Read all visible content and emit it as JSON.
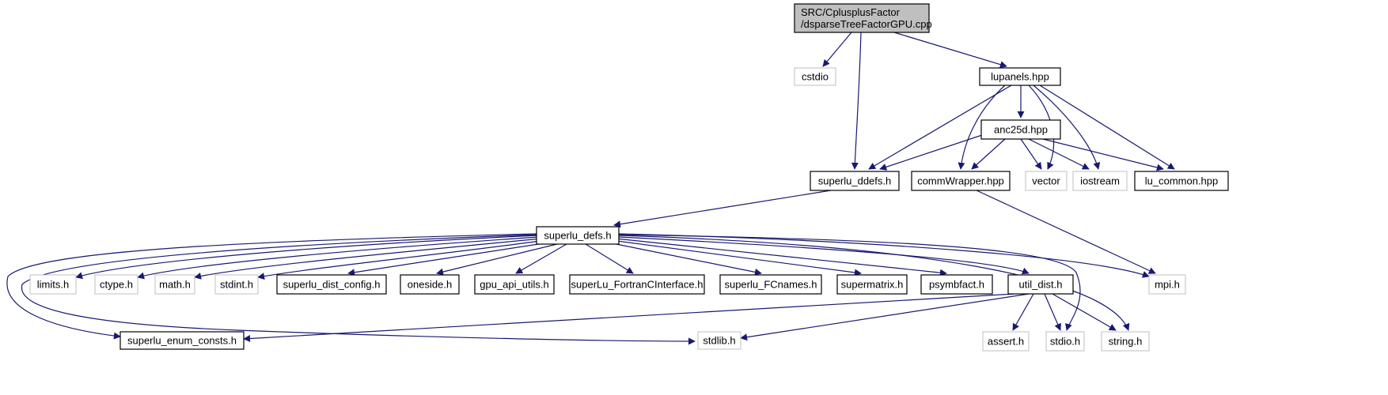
{
  "colors": {
    "edge": "#191970",
    "root_fill": "#bfbfbf",
    "documented_border": "#000000",
    "system_border": "#bfbfbf"
  },
  "nodes": {
    "root": {
      "line1": "SRC/CplusplusFactor",
      "line2": "/dsparseTreeFactorGPU.cpp"
    },
    "cstdio": "cstdio",
    "lupanels": "lupanels.hpp",
    "anc25d": "anc25d.hpp",
    "superlu_ddefs": "superlu_ddefs.h",
    "commWrapper": "commWrapper.hpp",
    "vector": "vector",
    "iostream": "iostream",
    "lu_common": "lu_common.hpp",
    "superlu_defs": "superlu_defs.h",
    "limits": "limits.h",
    "ctype": "ctype.h",
    "math": "math.h",
    "stdint": "stdint.h",
    "superlu_dist_config": "superlu_dist_config.h",
    "oneside": "oneside.h",
    "gpu_api_utils": "gpu_api_utils.h",
    "fortran_interface": "superLu_FortranCInterface.h",
    "fcnames": "superlu_FCnames.h",
    "supermatrix": "supermatrix.h",
    "psymbfact": "psymbfact.h",
    "util_dist": "util_dist.h",
    "mpi": "mpi.h",
    "enum_consts": "superlu_enum_consts.h",
    "stdlib": "stdlib.h",
    "assert": "assert.h",
    "stdio": "stdio.h",
    "string": "string.h"
  }
}
